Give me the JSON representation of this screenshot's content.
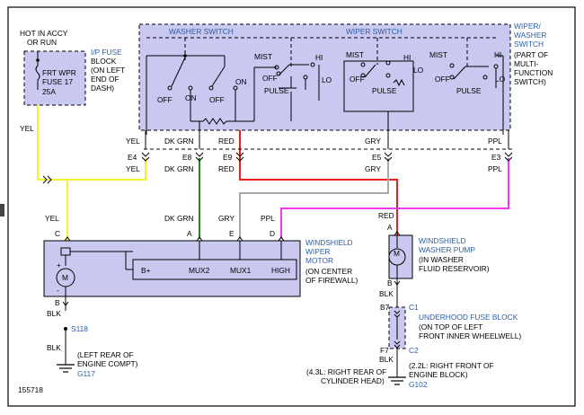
{
  "colors": {
    "component_fill": "#c8c8f0",
    "label_blue": "#2a5ea8",
    "wire_yel": "#f2f22a",
    "wire_dkgrn": "#1d8a1d",
    "wire_red": "#ee1c1c",
    "wire_gry": "#a8a8a8",
    "wire_ppl": "#ee38ee",
    "wire_blk": "#000000"
  },
  "fuse_block": {
    "hot_label_1": "HOT IN ACCY",
    "hot_label_2": "OR RUN",
    "fuse_line_1": "FRT WPR",
    "fuse_line_2": "FUSE 17",
    "fuse_line_3": "25A",
    "name": "I/P FUSE",
    "name_2": "BLOCK",
    "location_1": "(ON LEFT",
    "location_2": "END OF",
    "location_3": "DASH)"
  },
  "switch": {
    "washer_switch_label": "WASHER SWITCH",
    "wiper_switch_label": "WIPER SWITCH",
    "name_1": "WIPER/",
    "name_2": "WASHER",
    "name_3": "SWITCH",
    "note_1": "(PART OF",
    "note_2": "MULTI-",
    "note_3": "FUNCTION",
    "note_4": "SWITCH)",
    "w_off": "OFF",
    "w_on": "ON",
    "w_off2": "OFF",
    "w_on2": "ON",
    "a_mist": "MIST",
    "a_off": "OFF",
    "a_hi": "HI",
    "a_lo": "LO",
    "a_pulse": "PULSE",
    "b_mist": "MIST",
    "b_off": "OFF",
    "b_hi": "HI",
    "b_lo": "LO",
    "b_pulse": "PULSE",
    "c_mist": "MIST",
    "c_off": "OFF",
    "c_hi": "HI",
    "c_lo": "LO",
    "c_pulse": "PULSE"
  },
  "wires": {
    "yel_top": "YEL",
    "dkgrn_top": "DK GRN",
    "red_top": "RED",
    "gry_top": "GRY",
    "ppl_top": "PPL",
    "e4": "E4",
    "e8": "E8",
    "e9": "E9",
    "e5": "E5",
    "e3": "E3",
    "yel_mid": "YEL",
    "dkgrn_mid": "DK GRN",
    "red_mid": "RED",
    "gry_mid": "GRY",
    "ppl_mid": "PPL",
    "yel_left": "YEL",
    "yel_motor": "YEL",
    "dkgrn_motor": "DK GRN",
    "gry_motor": "GRY",
    "ppl_motor": "PPL",
    "red_pump": "RED"
  },
  "motor": {
    "pin_c": "C",
    "pin_a": "A",
    "pin_e": "E",
    "pin_d": "D",
    "pin_b": "B",
    "bplus": "B+",
    "mux2": "MUX2",
    "mux1": "MUX1",
    "high": "HIGH",
    "name_1": "WINDSHIELD",
    "name_2": "WIPER",
    "name_3": "MOTOR",
    "loc_1": "(ON CENTER",
    "loc_2": "OF FIREWALL)",
    "plus": "+",
    "minus": "-",
    "m": "M"
  },
  "pump": {
    "pin_a": "A",
    "pin_b": "B",
    "name_1": "WINDSHIELD",
    "name_2": "WASHER PUMP",
    "loc_1": "(IN WASHER",
    "loc_2": "FLUID RESERVOIR)",
    "m": "M"
  },
  "underhood": {
    "b7": "B7",
    "c1": "C1",
    "f7": "F7",
    "c2": "C2",
    "name": "UNDERHOOD FUSE BLOCK",
    "loc_1": "(ON TOP OF LEFT",
    "loc_2": "FRONT INNER WHEELWELL)"
  },
  "ground_left": {
    "blk_1": "BLK",
    "s118": "S118",
    "blk_2": "BLK",
    "loc_1": "(LEFT REAR OF",
    "loc_2": "ENGINE COMPT)",
    "g117": "G117"
  },
  "ground_right": {
    "blk_1": "BLK",
    "blk_2": "BLK",
    "loc_43_1": "(4.3L: RIGHT REAR OF",
    "loc_43_2": "CYLINDER HEAD)",
    "loc_22_1": "(2.2L: RIGHT FRONT OF",
    "loc_22_2": "ENGINE BLOCK)",
    "g102": "G102"
  },
  "figure_id": "155718"
}
